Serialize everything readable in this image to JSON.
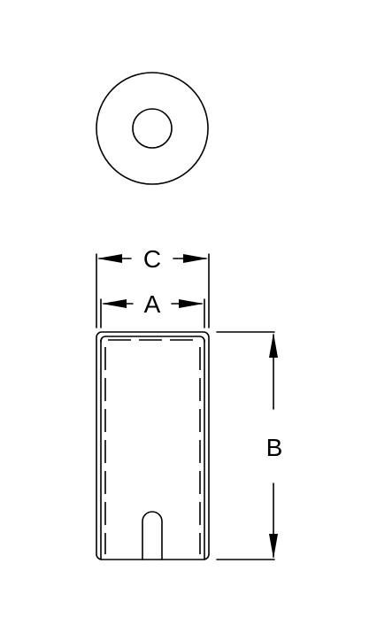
{
  "dimensions": {
    "c_label": "C",
    "a_label": "A",
    "b_label": "B"
  },
  "colors": {
    "line": "#000000",
    "background": "#ffffff"
  }
}
